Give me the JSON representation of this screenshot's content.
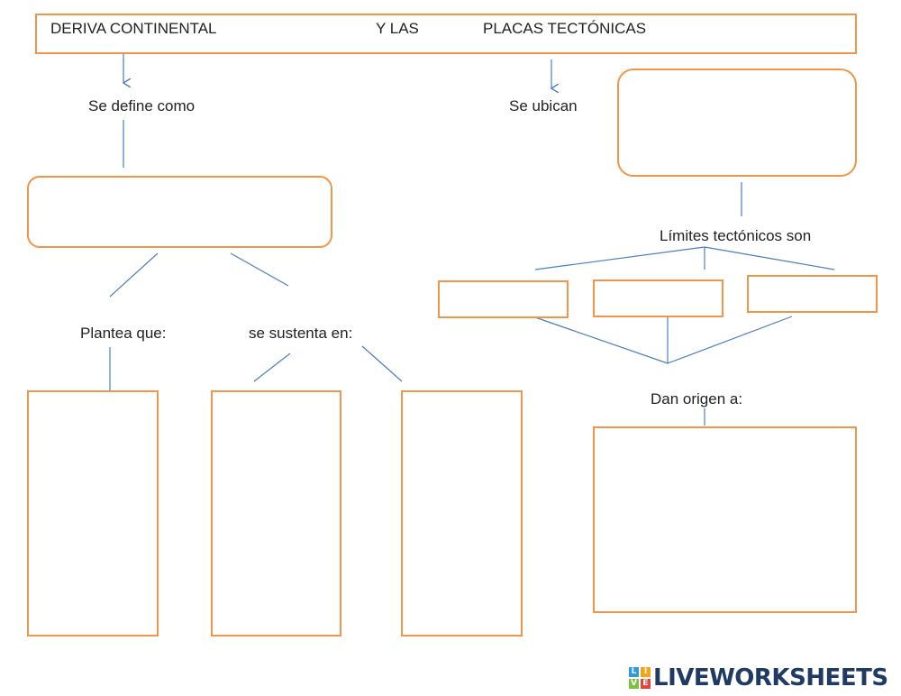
{
  "header": {
    "part1": "DERIVA CONTINENTAL",
    "part2": "Y  LAS",
    "part3": "PLACAS TECTÓNICAS"
  },
  "labels": {
    "se_define_como": "Se define como",
    "se_ubican": "Se ubican",
    "limites_tectonicos": "Límites tectónicos son",
    "plantea_que": "Plantea que:",
    "se_sustenta_en": "se sustenta en:",
    "dan_origen_a": "Dan origen a:"
  },
  "watermark": {
    "tiles": [
      "L",
      "I",
      "V",
      "E"
    ],
    "text": "LIVEWORKSHEETS"
  },
  "colors": {
    "box_border": "#f0954a",
    "connector": "#4a7fbf",
    "watermark_text": "#1f3b63"
  }
}
